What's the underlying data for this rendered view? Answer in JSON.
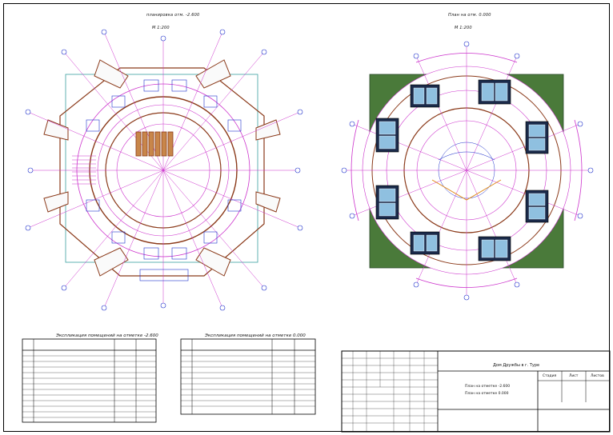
{
  "drawing": {
    "plan_left_title": "планировка отм. -2.600",
    "plan_left_scale": "М 1:200",
    "plan_right_title": "План на отм. 0.000",
    "plan_right_scale": "М 1:200"
  },
  "tables": {
    "left_title": "Экспликация помещений на отметке -2.600",
    "right_title": "Экспликация помещений на отметке 0.000"
  },
  "stamp": {
    "project": "Дом Дружбы в г. Туре",
    "sheet_line1": "План на отметке -2.600",
    "sheet_line2": "План на отметке  0.000",
    "col_stage": "Стадия",
    "col_sheet": "Лист",
    "col_sheets": "Листов"
  },
  "colors": {
    "magenta": "#cc33cc",
    "blue": "#2233cc",
    "green": "#4a7a3a",
    "teal": "#3aa0a0",
    "brown": "#8b3a1a",
    "orange": "#e08a1a"
  }
}
